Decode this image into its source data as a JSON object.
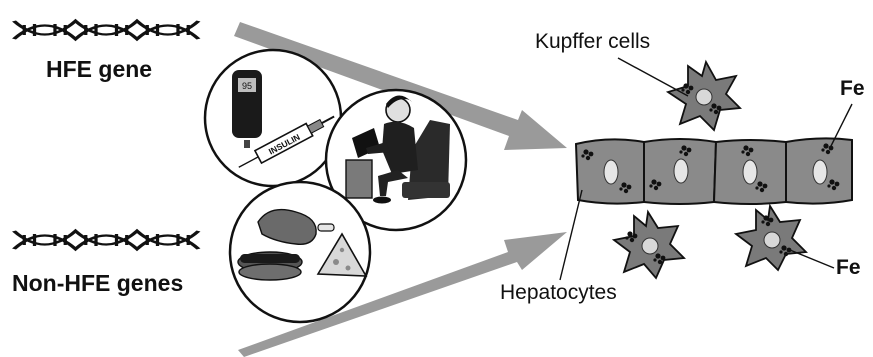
{
  "labels": {
    "hfe_gene": "HFE gene",
    "non_hfe_genes": "Non-HFE genes",
    "kupffer_cells": "Kupffer cells",
    "hepatocytes": "Hepatocytes",
    "fe_top": "Fe",
    "fe_bottom": "Fe",
    "insulin": "INSULIN",
    "meter_reading": "95"
  },
  "colors": {
    "arrow": "#9a9a9a",
    "cell_fill": "#8a8a8a",
    "nucleus": "#e6e6e6",
    "ink": "#111111"
  },
  "icons": [
    "dna-icon",
    "glucose-meter-icon",
    "insulin-syringe-icon",
    "computer-worker-icon",
    "food-icon",
    "kupffer-cell-icon",
    "hepatocyte-cell-icon",
    "iron-deposit-icon"
  ]
}
